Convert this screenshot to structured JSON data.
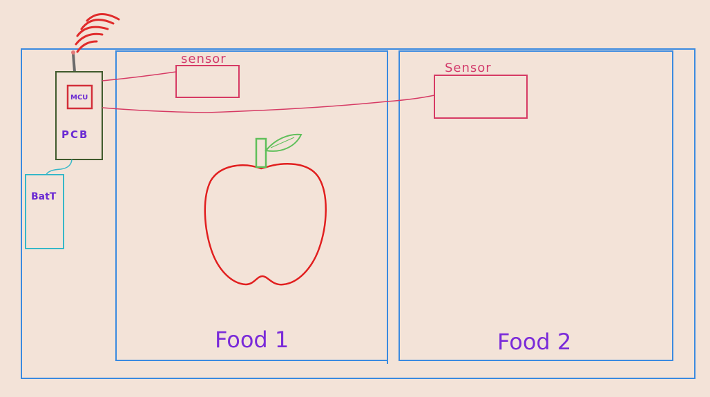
{
  "diagram": {
    "labels": {
      "sensor_1": "sensor",
      "sensor_2": "Sensor",
      "mcu": "MCU",
      "pcb": "PCB",
      "batt": "BatT",
      "food_1": "Food 1",
      "food_2": "Food 2"
    },
    "colors": {
      "background": "#f3e3d8",
      "enclosure": "#3a8ae0",
      "sensor": "#d63a64",
      "wire": "#d63a64",
      "pcb": "#3f5a2c",
      "mcu": "#d32f3a",
      "battery": "#35b7c8",
      "text_purple": "#7a2bd9",
      "apple_outline": "#e11f1f",
      "stem": "#5fbf5a"
    },
    "icons": [
      "wifi-signal-icon",
      "antenna-icon",
      "apple-icon"
    ]
  }
}
